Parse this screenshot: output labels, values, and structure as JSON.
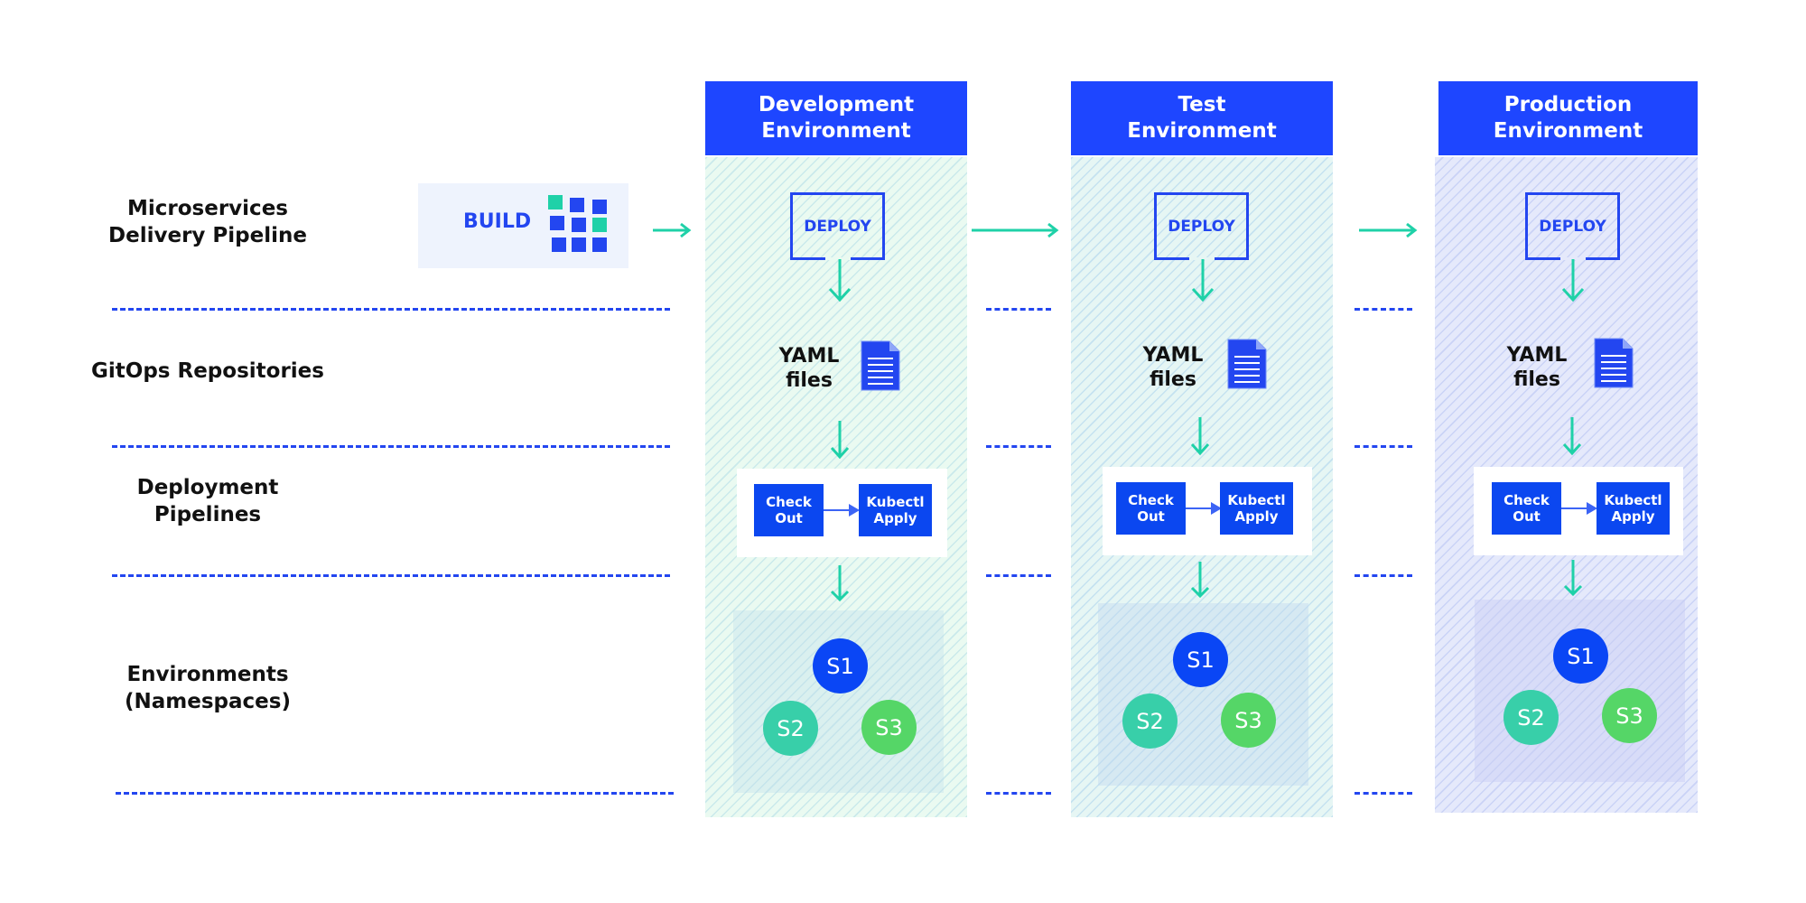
{
  "row_labels": [
    {
      "id": "microservices",
      "text": "Microservices\nDelivery Pipeline"
    },
    {
      "id": "gitops",
      "text": "GitOps Repositories"
    },
    {
      "id": "deployment-pipelines",
      "text": "Deployment\nPipelines"
    },
    {
      "id": "environments",
      "text": "Environments\n(Namespaces)"
    }
  ],
  "build": {
    "label": "BUILD",
    "icon": "grid-blocks-icon"
  },
  "colors": {
    "primary_blue": "#1e46ff",
    "arrow_teal": "#1fd1a8",
    "service_s1": "#0a46f5",
    "service_s2": "#38cfa9",
    "service_s3": "#55d667",
    "dashed_line": "#2346f0"
  },
  "environments": [
    {
      "id": "dev",
      "title": "Development\nEnvironment",
      "deploy_label": "DEPLOY",
      "yaml_label": "YAML\nfiles",
      "yaml_icon": "document-icon",
      "steps": [
        "Check\nOut",
        "Kubectl\nApply"
      ],
      "services": [
        "S1",
        "S2",
        "S3"
      ]
    },
    {
      "id": "test",
      "title": "Test\nEnvironment",
      "deploy_label": "DEPLOY",
      "yaml_label": "YAML\nfiles",
      "yaml_icon": "document-icon",
      "steps": [
        "Check\nOut",
        "Kubectl\nApply"
      ],
      "services": [
        "S1",
        "S2",
        "S3"
      ]
    },
    {
      "id": "prod",
      "title": "Production\nEnvironment",
      "deploy_label": "DEPLOY",
      "yaml_label": "YAML\nfiles",
      "yaml_icon": "document-icon",
      "steps": [
        "Check\nOut",
        "Kubectl\nApply"
      ],
      "services": [
        "S1",
        "S2",
        "S3"
      ]
    }
  ]
}
